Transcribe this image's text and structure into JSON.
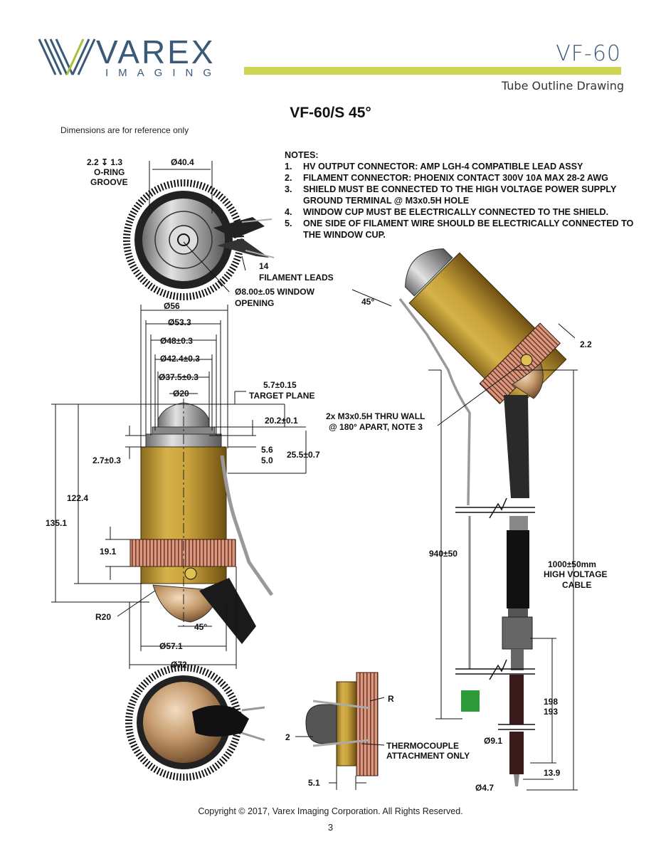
{
  "header": {
    "brand_name": "VAREX",
    "brand_sub": "IMAGING",
    "product": "VF-60",
    "subtitle": "Tube Outline Drawing",
    "accent_color": "#cdd44f",
    "brand_color": "#3a5a78",
    "logo_green": "#a7c13b"
  },
  "title": "VF-60/S 45°",
  "disclaimer": "Dimensions are for reference only",
  "notes": {
    "heading": "NOTES:",
    "items": [
      {
        "num": "1.",
        "text": "HV OUTPUT CONNECTOR:  AMP LGH-4 COMPATIBLE LEAD ASSY"
      },
      {
        "num": "2.",
        "text": "FILAMENT CONNECTOR:  PHOENIX CONTACT 300V 10A MAX 28-2 AWG"
      },
      {
        "num": "3.",
        "text": "SHIELD MUST BE CONNECTED TO THE HIGH VOLTAGE POWER SUPPLY"
      },
      {
        "num": "",
        "text": "GROUND TERMINAL @ M3x0.5H HOLE"
      },
      {
        "num": "4.",
        "text": "WINDOW CUP MUST BE ELECTRICALLY CONNECTED TO THE SHIELD."
      },
      {
        "num": "5.",
        "text": "ONE SIDE OF FILAMENT WIRE SHOULD BE ELECTRICALLY CONNECTED TO"
      },
      {
        "num": "",
        "text": "THE WINDOW CUP."
      }
    ]
  },
  "dims": {
    "groove_1": "2.2 ↧ 1.3",
    "groove_2": "O-RING",
    "groove_3": "GROOVE",
    "d40": "Ø40.4",
    "fil_num": "14",
    "fil_leads": "FILAMENT LEADS",
    "window_1": "Ø8.00±.05 WINDOW",
    "window_2": "OPENING",
    "d56": "Ø56",
    "d53": "Ø53.3",
    "d48": "Ø48±0.3",
    "d42": "Ø42.4±0.3",
    "d37": "Ø37.5±0.3",
    "d20": "Ø20",
    "target_1": "5.7±0.15",
    "target_2": "TARGET PLANE",
    "d20_2": "20.2±0.1",
    "d5_6": "5.6",
    "d5_0": "5.0",
    "d25_5": "25.5±0.7",
    "d2_7": "2.7±0.3",
    "d122": "122.4",
    "d135": "135.1",
    "d19": "19.1",
    "r20": "R20",
    "angle45": "45°",
    "d57": "Ø57.1",
    "d72": "Ø72",
    "m3_1": "2x M3x0.5H THRU WALL",
    "m3_2": "@ 180° APART, NOTE 3",
    "angle45b": "45°",
    "d2_2": "2.2",
    "d940": "940±50",
    "cable_1": "1000±50mm",
    "cable_2": "HIGH VOLTAGE",
    "cable_3": "CABLE",
    "d198": "198",
    "d193": "193",
    "d9_1": "Ø9.1",
    "d13_9": "13.9",
    "d4_7": "Ø4.7",
    "r": "R",
    "d2": "2",
    "d5_1": "5.1",
    "thermo_1": "THERMOCOUPLE",
    "thermo_2": "ATTACHMENT ONLY"
  },
  "footer": {
    "copyright": "Copyright © 2017, Varex Imaging Corporation.  All Rights Reserved.",
    "page": "3"
  }
}
